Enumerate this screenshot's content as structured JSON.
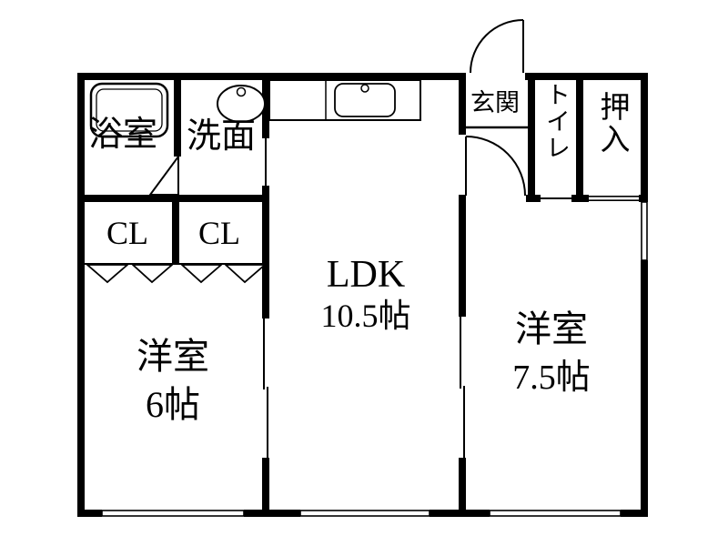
{
  "plan": {
    "background": "#ffffff",
    "wall_color": "#000000"
  },
  "rooms": {
    "bathroom": {
      "label": "浴室"
    },
    "washroom": {
      "label": "洗面"
    },
    "genkan": {
      "label": "玄関"
    },
    "toilet": {
      "label": "トイレ"
    },
    "oshiire": {
      "label": "押入"
    },
    "closet1": {
      "label": "CL"
    },
    "closet2": {
      "label": "CL"
    },
    "ldk": {
      "label": "LDK",
      "size": "10.5帖"
    },
    "bedroom_left": {
      "label": "洋室",
      "size": "6帖"
    },
    "bedroom_right": {
      "label": "洋室",
      "size": "7.5帖"
    }
  }
}
